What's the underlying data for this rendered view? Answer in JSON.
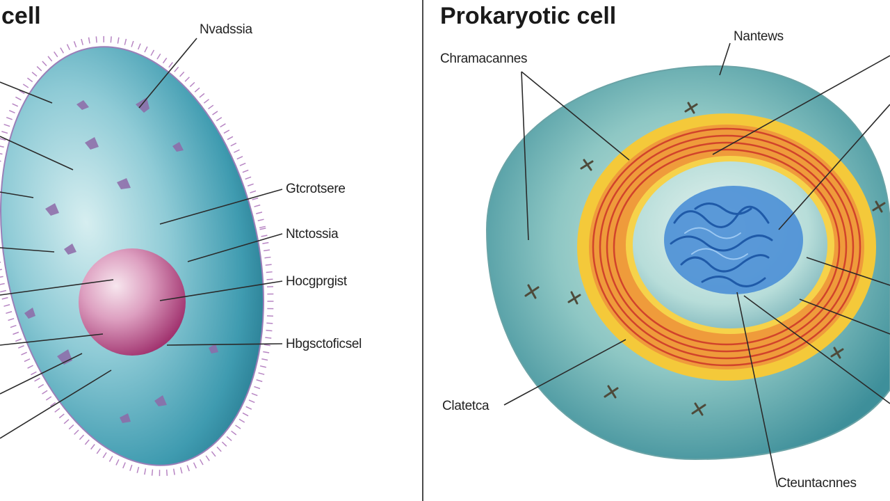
{
  "left_panel": {
    "title": "cell",
    "labels": {
      "top": "Nvadssia",
      "right_1": "Gtcrotsere",
      "right_2": "Ntctossia",
      "right_3": "Hocgprgist",
      "right_4": "Hbgsctoficsel"
    }
  },
  "right_panel": {
    "title": "Prokaryotic cell",
    "labels": {
      "top_left": "Chramacannes",
      "top_right": "Nantews",
      "bottom_left": "Clatetca",
      "bottom": "Cteuntacnnes"
    }
  },
  "colors": {
    "left_cell_fill": "#7cc3cf",
    "left_nucleus": "#c0508d",
    "right_cytoplasm": "#7fc0c0",
    "right_membrane_outer": "#f2c12e",
    "right_membrane_inner": "#d8402a",
    "right_nucleoid": "#3f83cf"
  }
}
